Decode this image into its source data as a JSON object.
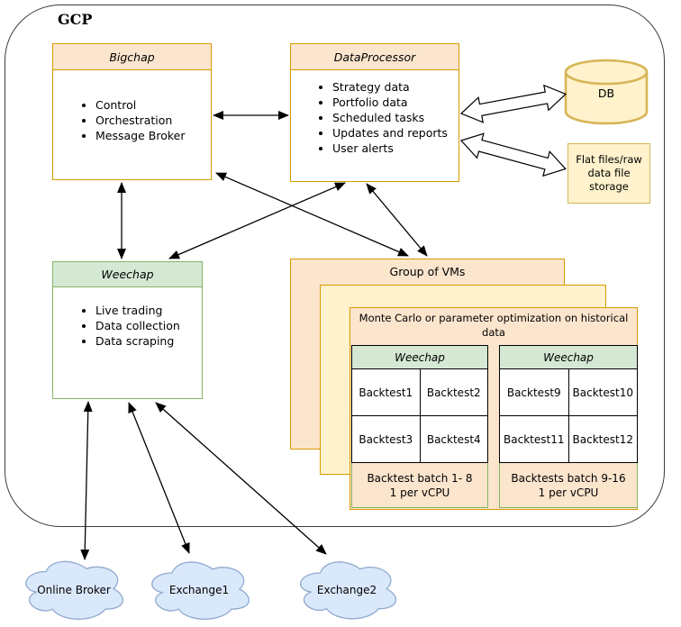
{
  "gcp_label": "GCP",
  "bigchap": {
    "title": "Bigchap",
    "items": [
      "Control",
      "Orchestration",
      "Message Broker"
    ]
  },
  "dataprocessor": {
    "title": "DataProcessor",
    "items": [
      "Strategy data",
      "Portfolio data",
      "Scheduled tasks",
      "Updates and reports",
      "User alerts"
    ]
  },
  "weechap": {
    "title": "Weechap",
    "items": [
      "Live trading",
      "Data collection",
      "Data scraping"
    ]
  },
  "db": {
    "label": "DB"
  },
  "flat_files": {
    "label": "Flat files/raw data file storage"
  },
  "vm_group": {
    "label": "Group of VMs",
    "monte_carlo_title": "Monte Carlo or parameter optimization on historical data",
    "left_table": {
      "title": "Weechap",
      "cells": [
        "Backtest1",
        "Backtest2",
        "Backtest3",
        "Backtest4"
      ],
      "footer_line1": "Backtest batch 1- 8",
      "footer_line2": "1 per vCPU"
    },
    "right_table": {
      "title": "Weechap",
      "cells": [
        "Backtest9",
        "Backtest10",
        "Backtest11",
        "Backtest12"
      ],
      "footer_line1": "Backtests batch 9-16",
      "footer_line2": "1 per vCPU"
    }
  },
  "clouds": [
    {
      "label": "Online Broker"
    },
    {
      "label": "Exchange1"
    },
    {
      "label": "Exchange2"
    }
  ],
  "colors": {
    "peach_fill": "#FCE5CD",
    "orange_border": "#D79B00",
    "yellow_fill": "#FFF2CC",
    "gold_border": "#D6B656",
    "green_fill": "#D5E8D4",
    "green_border": "#82B366",
    "cloud_fill": "#DAE8FC",
    "cloud_border": "#8FA9CE",
    "arrow_color": "#000000"
  }
}
